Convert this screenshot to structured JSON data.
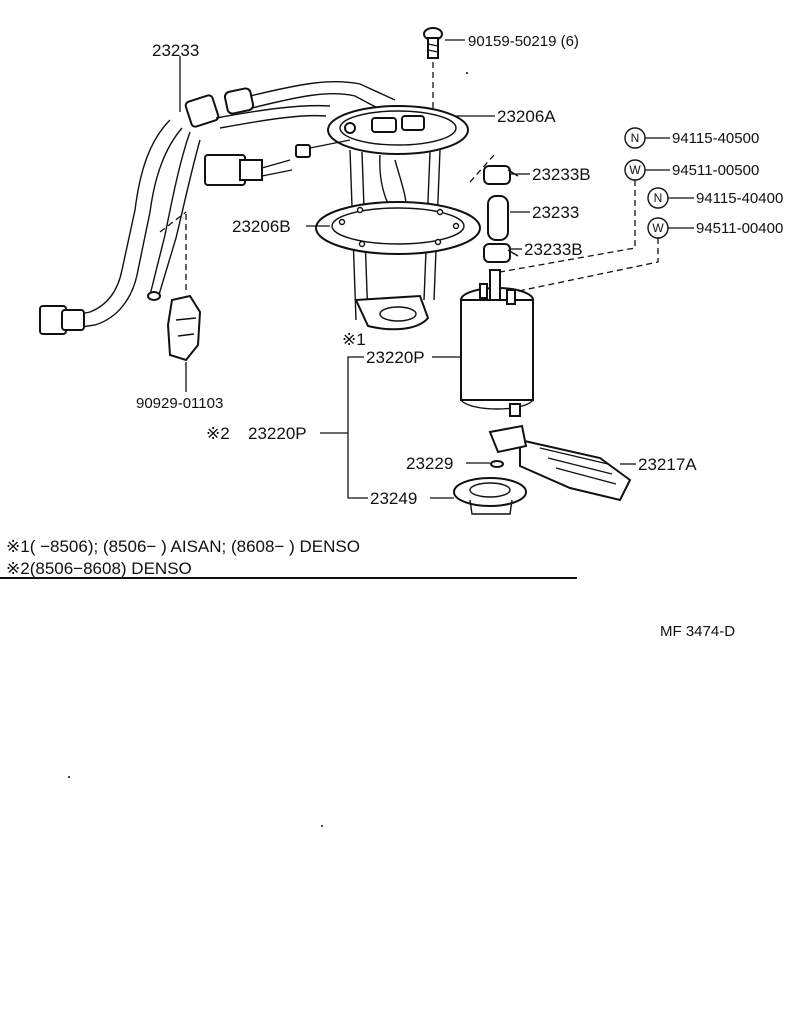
{
  "callouts": {
    "fuel_tube_top": "23233",
    "bolt": "90159-50219 (6)",
    "sender_gauge_a": "23206A",
    "clamp_upper": "23233B",
    "hose_mid": "23233",
    "clamp_lower": "23233B",
    "sender_gauge_b": "23206B",
    "nut_1": "94115-40500",
    "washer_1": "94511-00500",
    "nut_2": "94115-40400",
    "washer_2": "94511-00400",
    "note1_marker": "※1",
    "pump_1": "23220P",
    "note2_marker": "※2",
    "pump_2": "23220P",
    "washer_small": "23229",
    "connector": "23217A",
    "filter": "23249",
    "clip": "90929-01103"
  },
  "symbols": {
    "nut": "N",
    "washer": "W"
  },
  "notes": {
    "line1": "※1(        −8506); (8506−         ) AISAN; (8608−        ) DENSO",
    "line2": "※2(8506−8608) DENSO"
  },
  "figure_code": "MF  3474-D"
}
